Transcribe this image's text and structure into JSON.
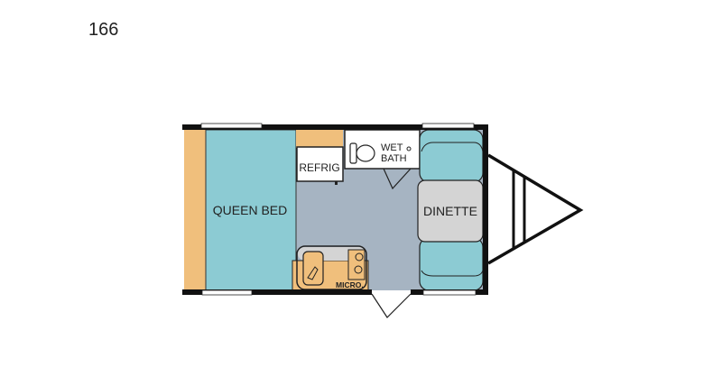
{
  "model_number": "166",
  "rooms": {
    "bed": "QUEEN BED",
    "refrigerator": "REFRIG",
    "bath_line1": "WET",
    "bath_line2": "BATH",
    "dinette": "DINETTE",
    "microwave": "MICRO."
  },
  "colors": {
    "bed": "#8ccbd3",
    "cabinet": "#f0bf7c",
    "floor": "#a6b4c2",
    "dinette_table": "#d4d4d4",
    "wall": "#111111"
  }
}
